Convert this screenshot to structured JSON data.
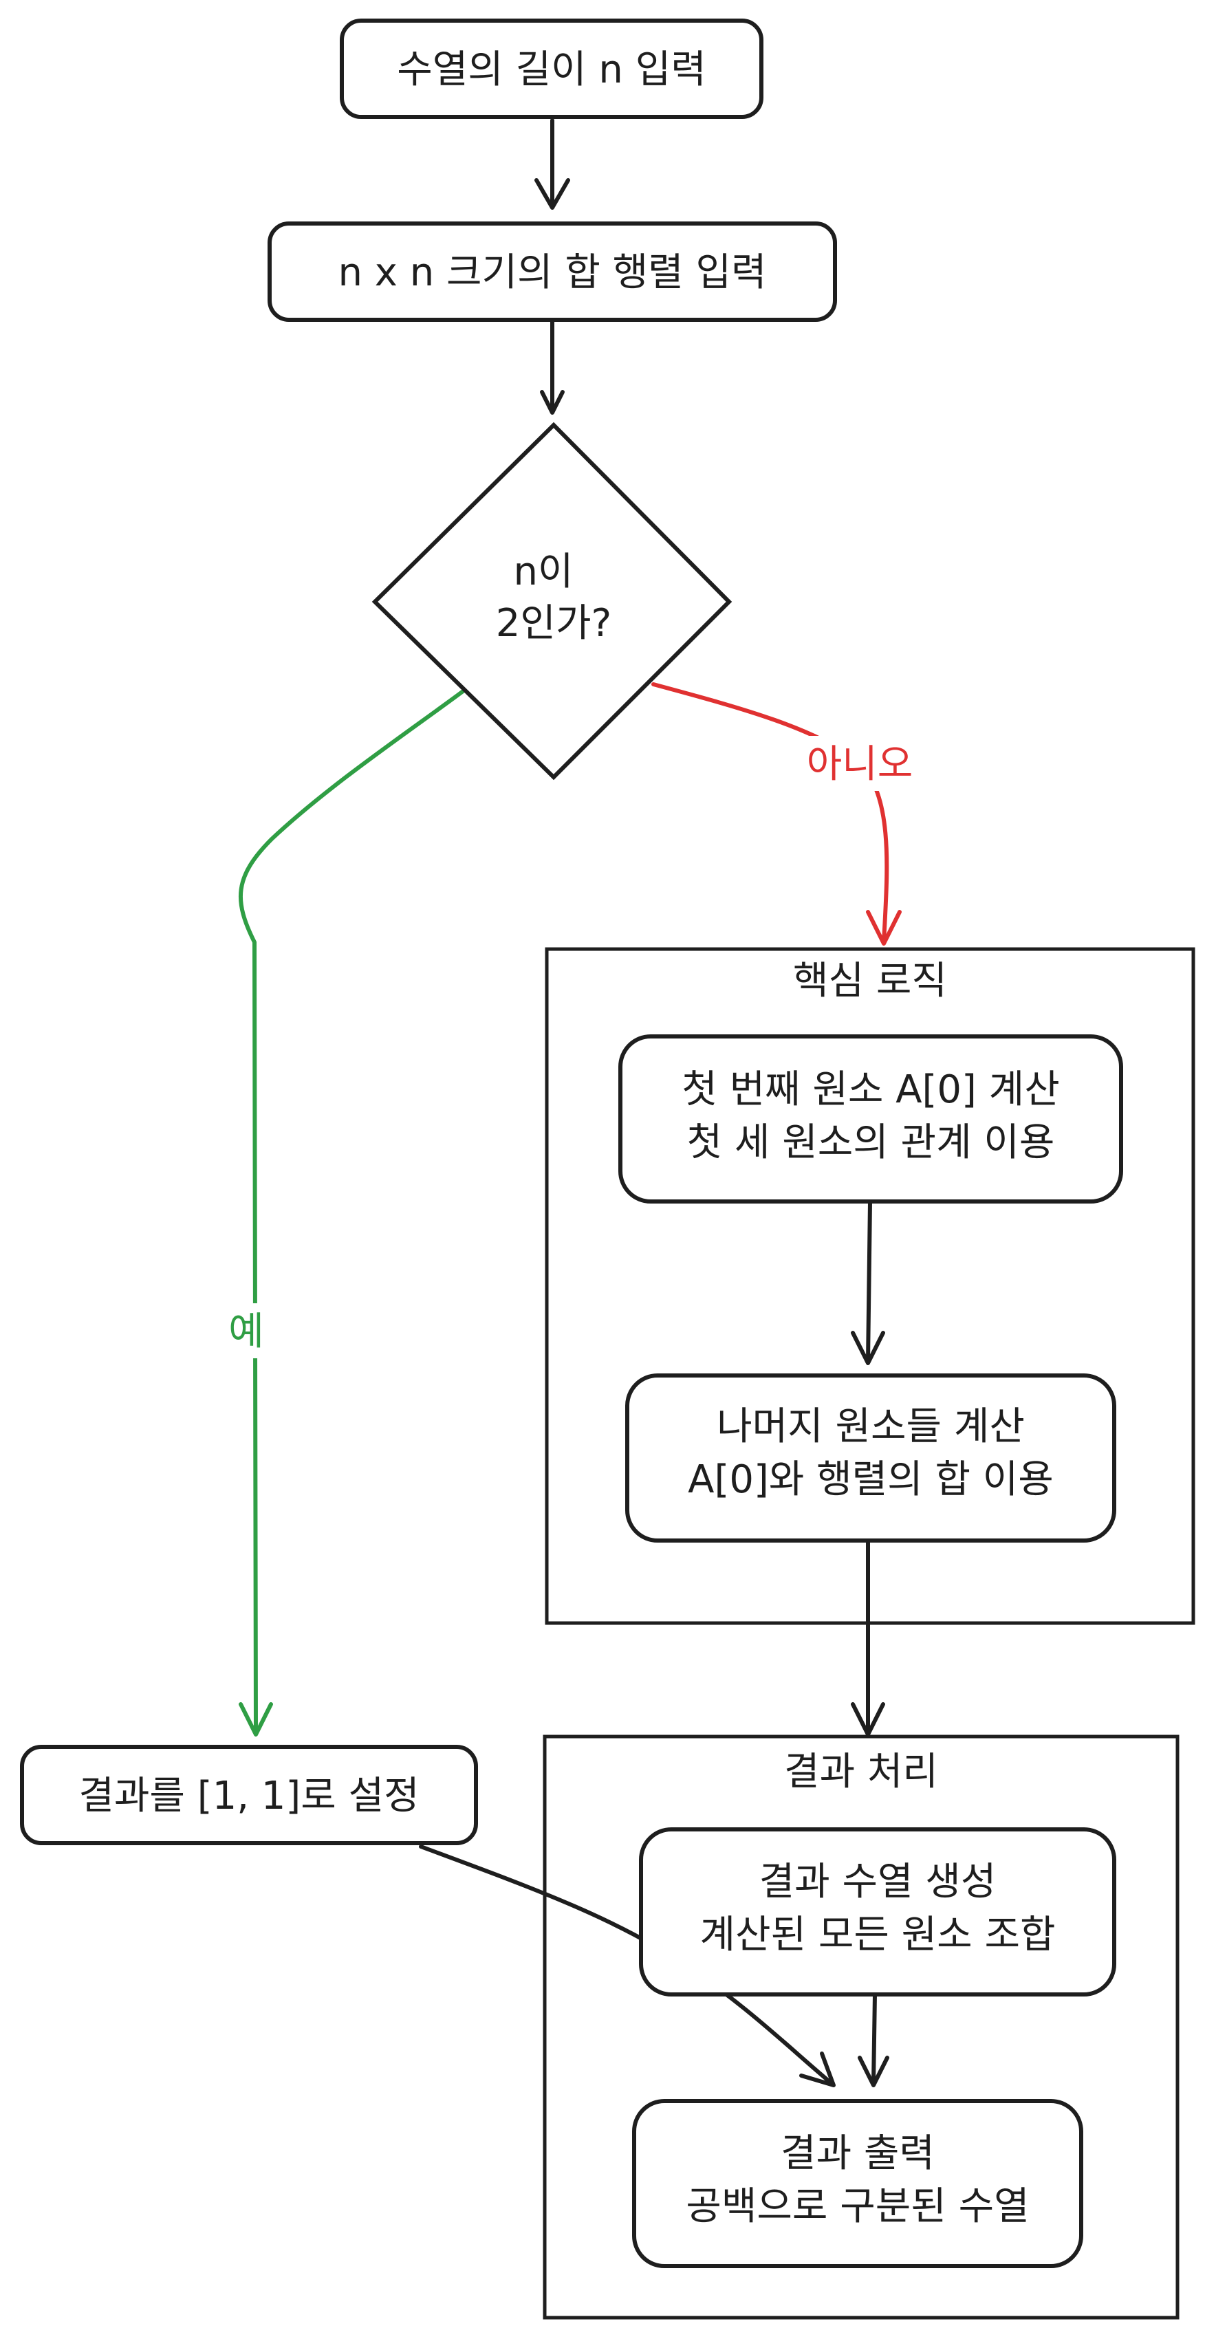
{
  "colors": {
    "ink": "#1e1e1e",
    "yes": "#2f9e44",
    "no": "#e03131",
    "background": "#ffffff"
  },
  "nodes": {
    "input_n": {
      "text": "수열의 길이 n 입력"
    },
    "input_matrix": {
      "text": "n x n 크기의 합 행렬 입력"
    },
    "decision": {
      "line1": "n이",
      "line2": "2인가?"
    },
    "first_element": {
      "line1": "첫 번째 원소 A[0] 계산",
      "line2": "첫 세 원소의 관계 이용"
    },
    "remaining": {
      "line1": "나머지 원소들 계산",
      "line2": "A[0]와 행렬의 합 이용"
    },
    "set_result": {
      "text": "결과를 [1, 1]로 설정"
    },
    "make_sequence": {
      "line1": "결과 수열 생성",
      "line2": "계산된 모든 원소 조합"
    },
    "output": {
      "line1": "결과 출력",
      "line2": "공백으로 구분된 수열"
    }
  },
  "groups": {
    "core_logic": {
      "title": "핵심 로직"
    },
    "result_processing": {
      "title": "결과 처리"
    }
  },
  "edges": {
    "yes_label": "예",
    "no_label": "아니오"
  }
}
